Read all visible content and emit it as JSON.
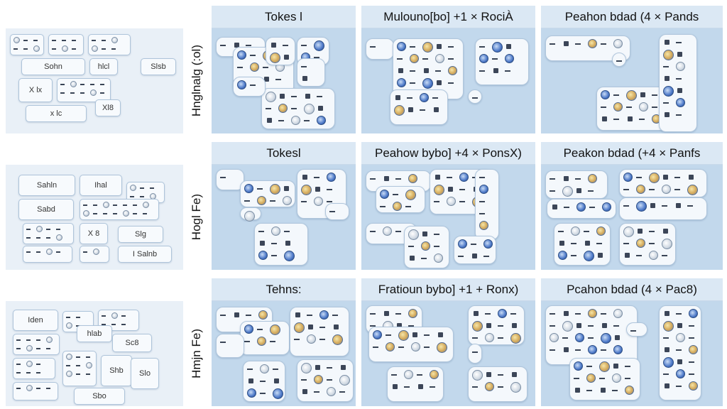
{
  "columns": [
    "Tokes l",
    "Mulouno[bo] +1 × RociÀ",
    "Peahon bdad (4 × Pands"
  ],
  "rows": [
    {
      "label": "Hnglnalg (:ol)",
      "headers": [
        "Tokes l",
        "Mulouno[bo] +1 × RociÀ",
        "Peahon bdad (4 × Pands"
      ],
      "cards": [
        "Sohn",
        "hlcl",
        "Slsb",
        "X lx",
        "Xl8",
        "x lc"
      ]
    },
    {
      "label": "Hogl Fe)",
      "headers": [
        "Tokesl",
        "Peahow bybo] +4 × PonsX)",
        "Peakon bdad (+4 × Panfs"
      ],
      "cards": [
        "Sahln",
        "Ihal",
        "Sabd",
        "X 8",
        "Slg",
        "I Salnb"
      ]
    },
    {
      "label": "Hmjn Fe)",
      "headers": [
        "Tehns:",
        "Fratioun bybo] +1 + Ronx)",
        "Pcahon bdad (4 × Pac8)"
      ],
      "cards": [
        "Iden",
        "hlab",
        "Sc8",
        "Shb",
        "Slo",
        "Sbo"
      ]
    }
  ],
  "colors": {
    "panel": "#c2d8ec",
    "header": "#dbe8f4",
    "card": "#f7fafd",
    "border": "#aec4da",
    "token_gold": "#d4a95a",
    "token_blue": "#4c78c8"
  }
}
